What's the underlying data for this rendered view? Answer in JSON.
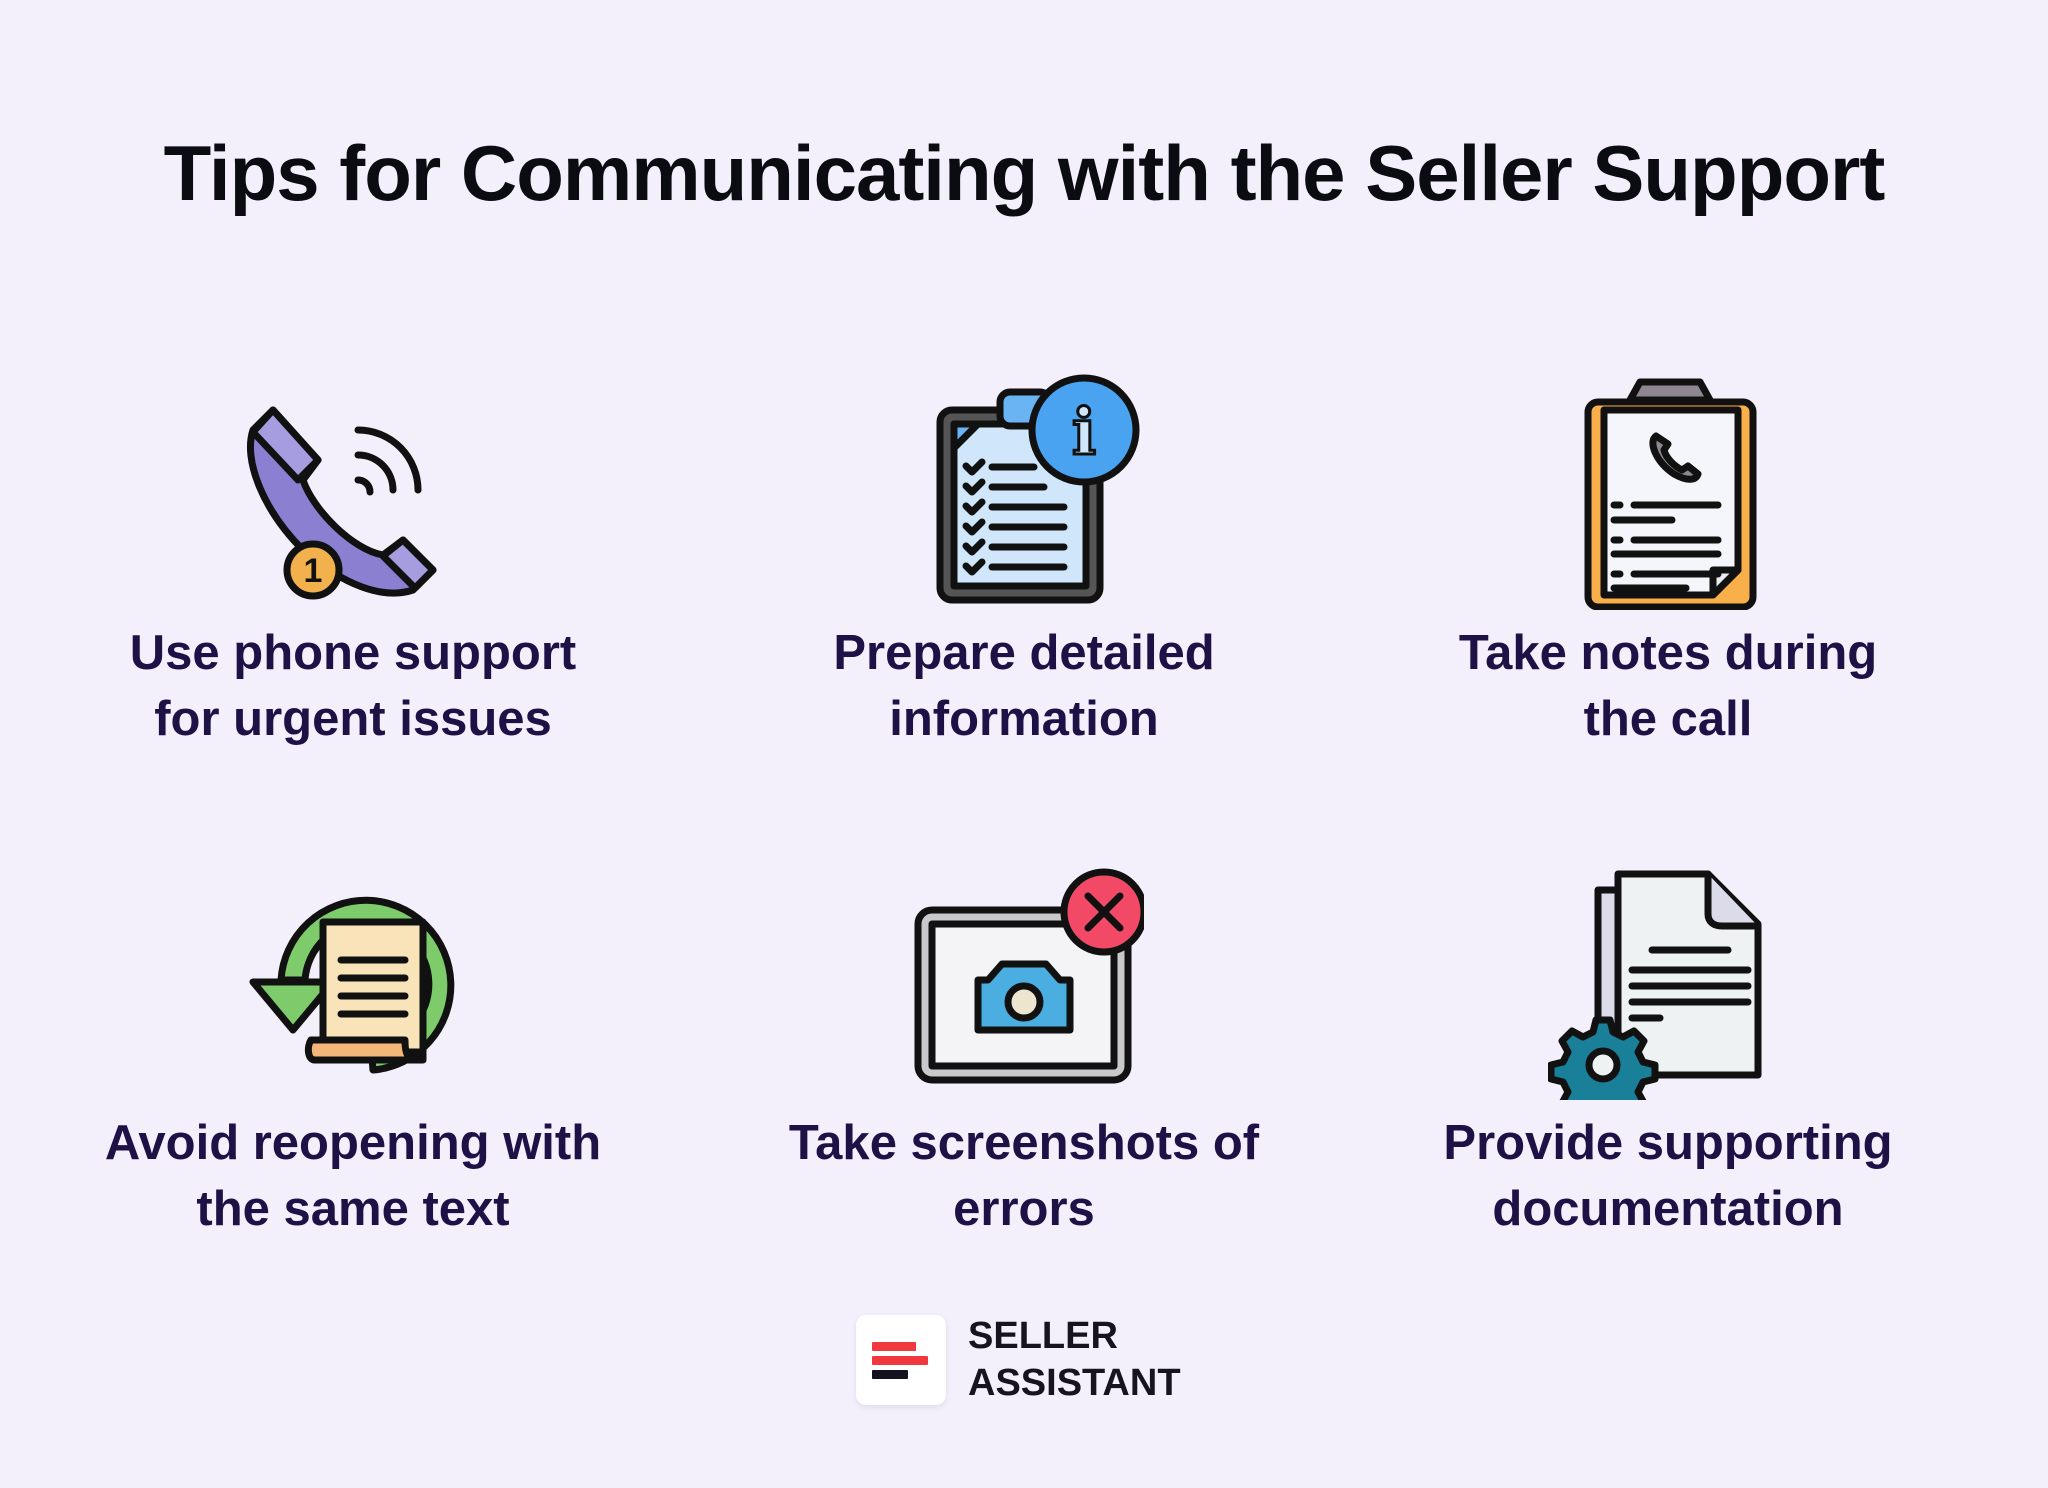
{
  "title": "Tips for Communicating with the Seller Support",
  "colors": {
    "background": "#f3f0fc",
    "title_text": "#0b0b12",
    "label_text": "#1e1145",
    "brand_red": "#f0383e",
    "brand_dark": "#14121e"
  },
  "tips": [
    {
      "icon": "phone-urgent-icon",
      "label": "Use phone support\nfor urgent issues",
      "badge": "1"
    },
    {
      "icon": "clipboard-info-icon",
      "label": "Prepare detailed\ninformation",
      "badge": "i"
    },
    {
      "icon": "clipboard-call-notes-icon",
      "label": "Take notes during\nthe call"
    },
    {
      "icon": "document-reopen-icon",
      "label": "Avoid reopening with\nthe same text"
    },
    {
      "icon": "screenshot-error-icon",
      "label": "Take screenshots of\nerrors"
    },
    {
      "icon": "documents-gear-icon",
      "label": "Provide supporting\ndocumentation"
    }
  ],
  "brand": {
    "icon": "seller-assistant-logo-icon",
    "name": "SELLER\nASSISTANT"
  }
}
